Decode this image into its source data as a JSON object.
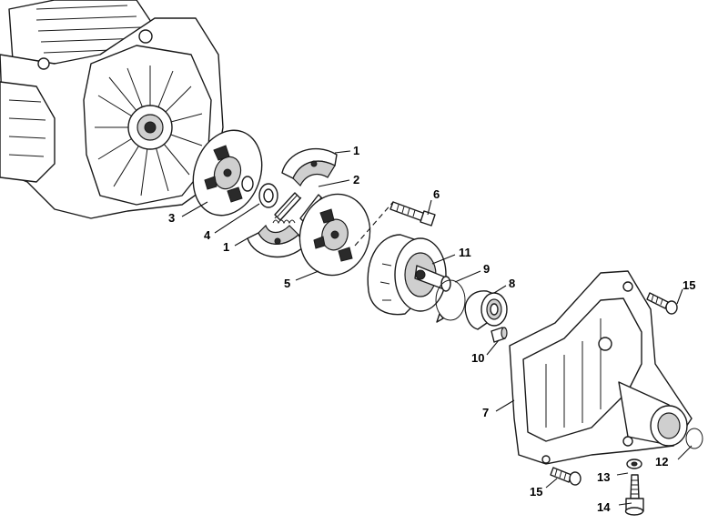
{
  "callouts": {
    "c1a": "1",
    "c1b": "1",
    "c2": "2",
    "c3": "3",
    "c4": "4",
    "c5": "5",
    "c6": "6",
    "c7": "7",
    "c8": "8",
    "c9": "9",
    "c10": "10",
    "c11": "11",
    "c12": "12",
    "c13": "13",
    "c14": "14",
    "c15a": "15",
    "c15b": "15"
  }
}
